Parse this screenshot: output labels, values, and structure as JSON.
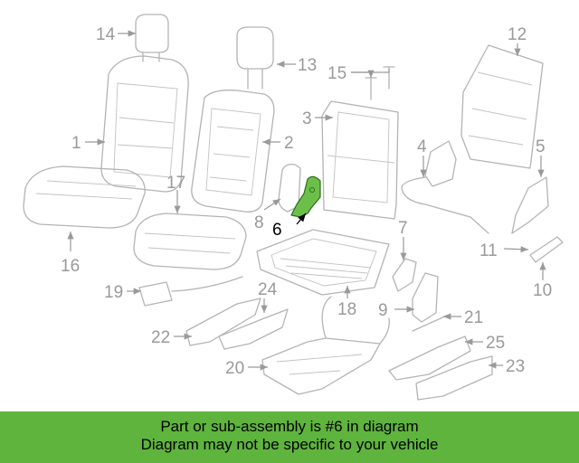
{
  "diagram": {
    "highlight_color": "#6cc04a",
    "highlighted_part": "6",
    "callouts": [
      "1",
      "2",
      "3",
      "4",
      "5",
      "6",
      "7",
      "8",
      "9",
      "10",
      "11",
      "12",
      "13",
      "14",
      "15",
      "16",
      "17",
      "18",
      "19",
      "20",
      "21",
      "22",
      "23",
      "24",
      "25"
    ]
  },
  "banner": {
    "background": "#5fb43d",
    "line1": "Part or sub-assembly is #6 in diagram",
    "line2": "Diagram may not be specific to your vehicle"
  }
}
